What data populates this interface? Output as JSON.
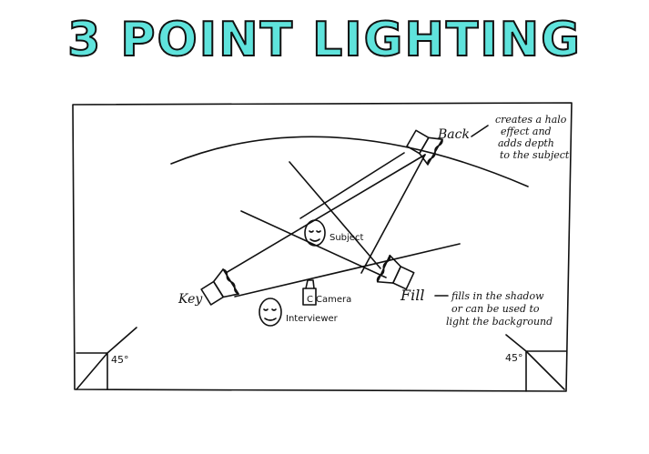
{
  "title": "3 POINT LIGHTING",
  "labels": {
    "back": "Back",
    "back_note_1": "creates a halo",
    "back_note_2": "effect and",
    "back_note_3": "adds depth",
    "back_note_4": "to the subject",
    "subject": "Subject",
    "key": "Key",
    "fill": "Fill",
    "fill_note_1": "fills in the shadow",
    "fill_note_2": "or can be used to",
    "fill_note_3": "light the background",
    "camera": "Camera",
    "camera_letter": "C",
    "interviewer": "Interviewer",
    "angle_left": "45°",
    "angle_right": "45°"
  },
  "colors": {
    "title_fill": "#5fe3dc",
    "ink": "#111111"
  }
}
